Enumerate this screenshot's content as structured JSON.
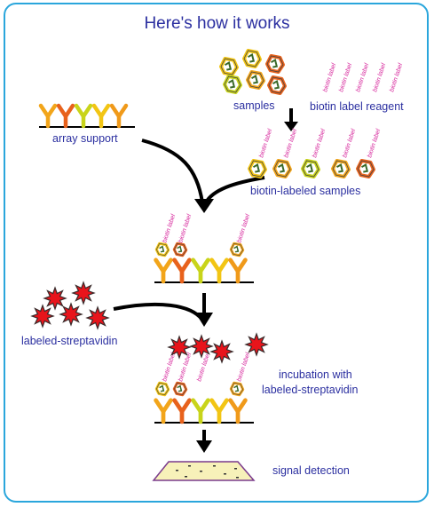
{
  "title": "Here's how it works",
  "labels": {
    "samples": "samples",
    "reagent": "biotin label reagent",
    "array_support": "array support",
    "biotin_labeled": "biotin-labeled samples",
    "streptavidin": "labeled-streptavidin",
    "incubation_line1": "incubation with",
    "incubation_line2": "labeled-streptavidin",
    "signal": "signal detection"
  },
  "biotin_tag_text": "biotin label",
  "colors": {
    "border": "#2aa6dc",
    "text": "#2b2fa0",
    "arrow": "#000000",
    "biotin_tag": "#d6259b",
    "star_fill": "#e8141b",
    "star_edge": "#3a2b2b",
    "slide_fill": "#f7f1b9",
    "slide_edge": "#7a3a8c",
    "antibody_colors": [
      "#f2a51a",
      "#e8621c",
      "#c8d41a",
      "#f2c514",
      "#f09a1a"
    ]
  }
}
